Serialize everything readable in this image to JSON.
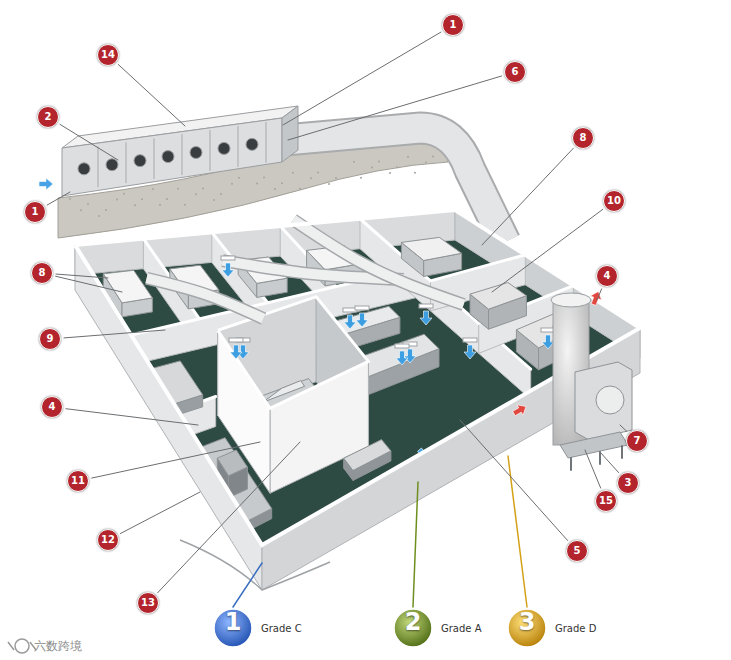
{
  "diagram": {
    "nodes": [
      {
        "text": [
          "1",
          "Grade C"
        ]
      },
      {
        "text": [
          "2",
          "Grade A"
        ]
      },
      {
        "text": [
          "3",
          "Grade D"
        ]
      }
    ],
    "labels": [
      "1",
      "14",
      "6",
      "2",
      "8",
      "1",
      "10",
      "8",
      "4",
      "9",
      "4",
      "7",
      "11",
      "3",
      "15",
      "12",
      "5",
      "13",
      "六数跨境"
    ]
  }
}
